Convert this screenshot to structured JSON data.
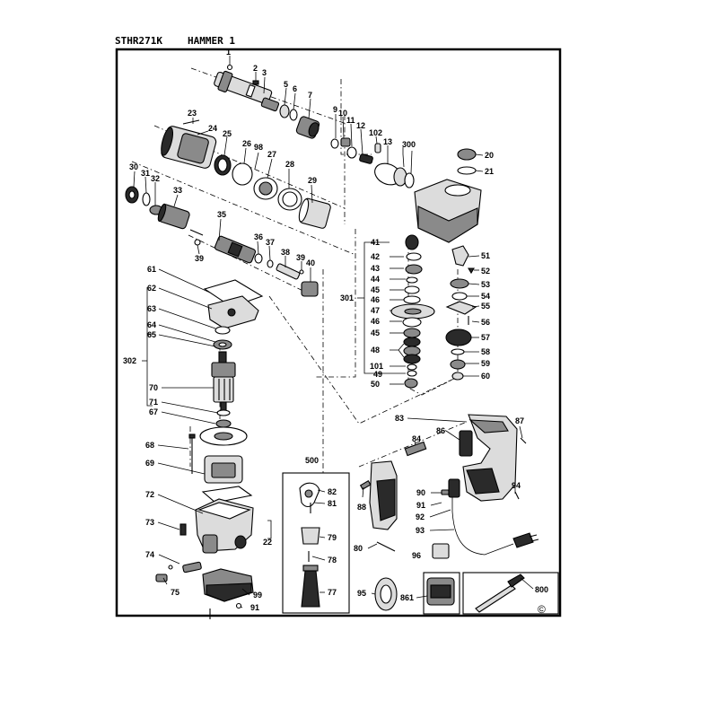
{
  "header": {
    "model": "STHR271K",
    "title": "HAMMER 1"
  },
  "copyright_symbol": "©",
  "group_labels": {
    "g300": "300",
    "g301": "301",
    "g302": "302",
    "g500": "500"
  },
  "parts": {
    "p1": "1",
    "p2": "2",
    "p3": "3",
    "p5": "5",
    "p6": "6",
    "p7": "7",
    "p9": "9",
    "p10": "10",
    "p11": "11",
    "p12": "12",
    "p102": "102",
    "p13": "13",
    "p20": "20",
    "p21": "21",
    "p23": "23",
    "p24": "24",
    "p25": "25",
    "p26": "26",
    "p98": "98",
    "p27": "27",
    "p28": "28",
    "p29": "29",
    "p30": "30",
    "p31": "31",
    "p32": "32",
    "p33": "33",
    "p35": "35",
    "p36": "36",
    "p37": "37",
    "p38": "38",
    "p39a": "39",
    "p39b": "39",
    "p40": "40",
    "p41": "41",
    "p42": "42",
    "p43": "43",
    "p44": "44",
    "p45a": "45",
    "p46a": "46",
    "p47": "47",
    "p46b": "46",
    "p45b": "45",
    "p48": "48",
    "p101": "101",
    "p49": "49",
    "p50": "50",
    "p51": "51",
    "p52": "52",
    "p53": "53",
    "p54": "54",
    "p55": "55",
    "p56": "56",
    "p57": "57",
    "p58": "58",
    "p59": "59",
    "p60": "60",
    "p61": "61",
    "p62": "62",
    "p63": "63",
    "p64": "64",
    "p65": "65",
    "p70": "70",
    "p71": "71",
    "p67": "67",
    "p68": "68",
    "p69": "69",
    "p72": "72",
    "p73": "73",
    "p74": "74",
    "p75": "75",
    "p99": "99",
    "p91a": "91",
    "p22": "22",
    "p82": "82",
    "p81": "81",
    "p79": "79",
    "p78": "78",
    "p77": "77",
    "p80": "80",
    "p83": "83",
    "p84": "84",
    "p86": "86",
    "p87": "87",
    "p88": "88",
    "p90": "90",
    "p91b": "91",
    "p92": "92",
    "p93": "93",
    "p94": "94",
    "p95": "95",
    "p96": "96",
    "p861": "861",
    "p800": "800"
  }
}
